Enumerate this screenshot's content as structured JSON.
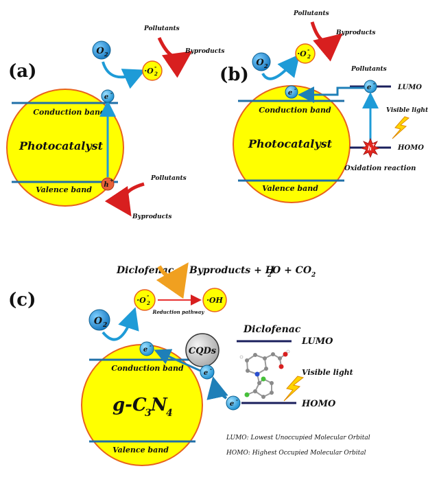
{
  "panels": {
    "a": {
      "label": "(a)",
      "o2": "O",
      "o2_sub": "2",
      "superoxide": "·O",
      "superoxide_sub": "2",
      "superoxide_sup": "-",
      "electron": "e",
      "electron_sup": "-",
      "hole": "h",
      "hole_sup": "+",
      "pollutants_top": "Pollutants",
      "byproducts_top": "Byproducts",
      "conduction_band": "Conduction band",
      "photocatalyst": "Photocatalyst",
      "valence_band": "Valence band",
      "pollutants_bottom": "Pollutants",
      "byproducts_bottom": "Byproducts"
    },
    "b": {
      "label": "(b)",
      "o2": "O",
      "o2_sub": "2",
      "superoxide": "·O",
      "superoxide_sub": "2",
      "superoxide_sup": "-",
      "electron": "e",
      "electron_sup": "-",
      "hole": "h",
      "hole_sup": "+",
      "pollutants_top": "Pollutants",
      "byproducts_top": "Byproducts",
      "pollutants_mid": "Pollutants",
      "lumo": "LUMO",
      "homo": "HOMO",
      "visible_light": "Visible light",
      "oxidation_reaction": "Oxidation reaction",
      "conduction_band": "Conduction band",
      "photocatalyst": "Photocatalyst",
      "valence_band": "Valence band"
    },
    "c": {
      "label": "(c)",
      "diclofenac_top": "Diclofenac",
      "byproducts_eq": "Byproducts + H",
      "eq_sub1": "2",
      "eq_mid": "O + CO",
      "eq_sub2": "2",
      "superoxide": "·O",
      "superoxide_sub": "2",
      "superoxide_sup": "-",
      "hydroxyl": "·OH",
      "reduction_pathway": "Reduction pathway",
      "o2": "O",
      "o2_sub": "2",
      "electron": "e",
      "electron_sup": "-",
      "cqds": "CQDs",
      "diclofenac_right": "Diclofenac",
      "lumo": "LUMO",
      "homo": "HOMO",
      "visible_light": "Visible light",
      "conduction_band": "Conduction band",
      "catalyst_g": "g-C",
      "catalyst_sub1": "3",
      "catalyst_n": "N",
      "catalyst_sub2": "4",
      "valence_band": "Valence band",
      "lumo_def": "LUMO: Lowest Unoccupied Molecular Orbital",
      "homo_def": "HOMO: Highest Occupied Molecular Orbital"
    }
  },
  "colors": {
    "sphere_fill": "#ffff00",
    "sphere_stroke": "#e8621c",
    "band": "#1f6fa8",
    "electron": "#2aa3e0",
    "hole": "#e8623a",
    "arrow_blue": "#1e9bd7",
    "arrow_red": "#d81f1f",
    "orbital_line": "#1a1f5c"
  }
}
